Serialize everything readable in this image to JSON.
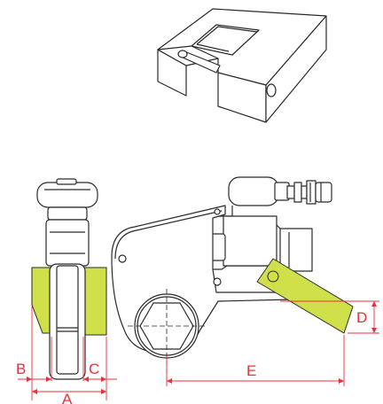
{
  "dimension_labels": {
    "a": "A",
    "b": "B",
    "c": "C",
    "d": "D",
    "e": "E"
  },
  "colors": {
    "outline": "#2a2a2a",
    "dimension": "#e8313c",
    "reaction_arm": "#cfe04a",
    "background": "#ffffff"
  }
}
